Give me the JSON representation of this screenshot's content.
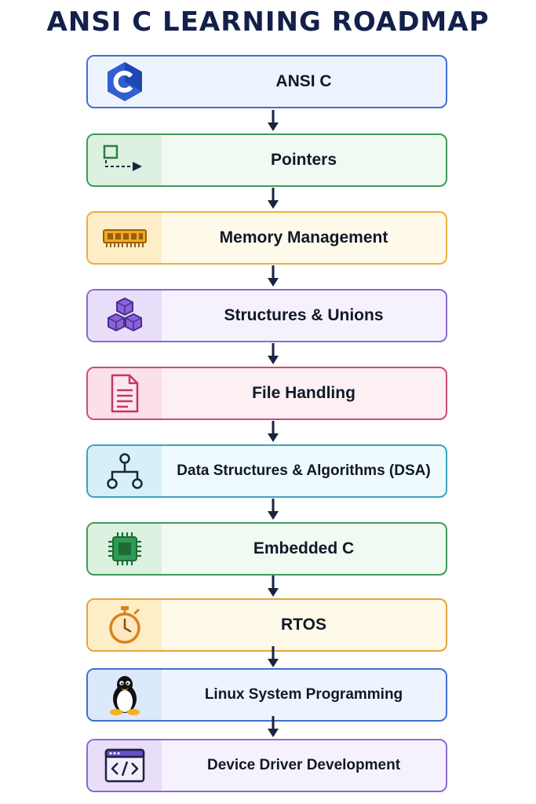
{
  "title": "ANSI C LEARNING ROADMAP",
  "steps": [
    {
      "label": "ANSI C",
      "icon": "c-language-icon",
      "border": "#3f6fd1",
      "bg": "#eef4fd",
      "iconbg": "#eef4fd"
    },
    {
      "label": "Pointers",
      "icon": "pointer-arrow-icon",
      "border": "#3f9a58",
      "bg": "#f1faf2",
      "iconbg": "#dcf1e0"
    },
    {
      "label": "Memory Management",
      "icon": "memory-chip-icon",
      "border": "#e6b13c",
      "bg": "#fff9ea",
      "iconbg": "#fdeec8"
    },
    {
      "label": "Structures & Unions",
      "icon": "cubes-icon",
      "border": "#8a6ad1",
      "bg": "#f6f2fd",
      "iconbg": "#e8defa"
    },
    {
      "label": "File Handling",
      "icon": "document-icon",
      "border": "#cf4a7a",
      "bg": "#fdf0f5",
      "iconbg": "#fbdfe9"
    },
    {
      "label": "Data Structures & Algorithms (DSA)",
      "icon": "tree-structure-icon",
      "border": "#3aa4bf",
      "bg": "#eefafd",
      "iconbg": "#d6f0f7"
    },
    {
      "label": "Embedded C",
      "icon": "microchip-icon",
      "border": "#3f9a58",
      "bg": "#f1faf2",
      "iconbg": "#dcf1e0"
    },
    {
      "label": "RTOS",
      "icon": "stopwatch-icon",
      "border": "#e6a43c",
      "bg": "#fff9ea",
      "iconbg": "#fdeec8"
    },
    {
      "label": "Linux System Programming",
      "icon": "linux-penguin-icon",
      "border": "#3f6fd1",
      "bg": "#eef4fd",
      "iconbg": "#dce8fb"
    },
    {
      "label": "Device Driver Development",
      "icon": "code-window-icon",
      "border": "#8a6ad1",
      "bg": "#f6f2fd",
      "iconbg": "#e8defa"
    }
  ]
}
